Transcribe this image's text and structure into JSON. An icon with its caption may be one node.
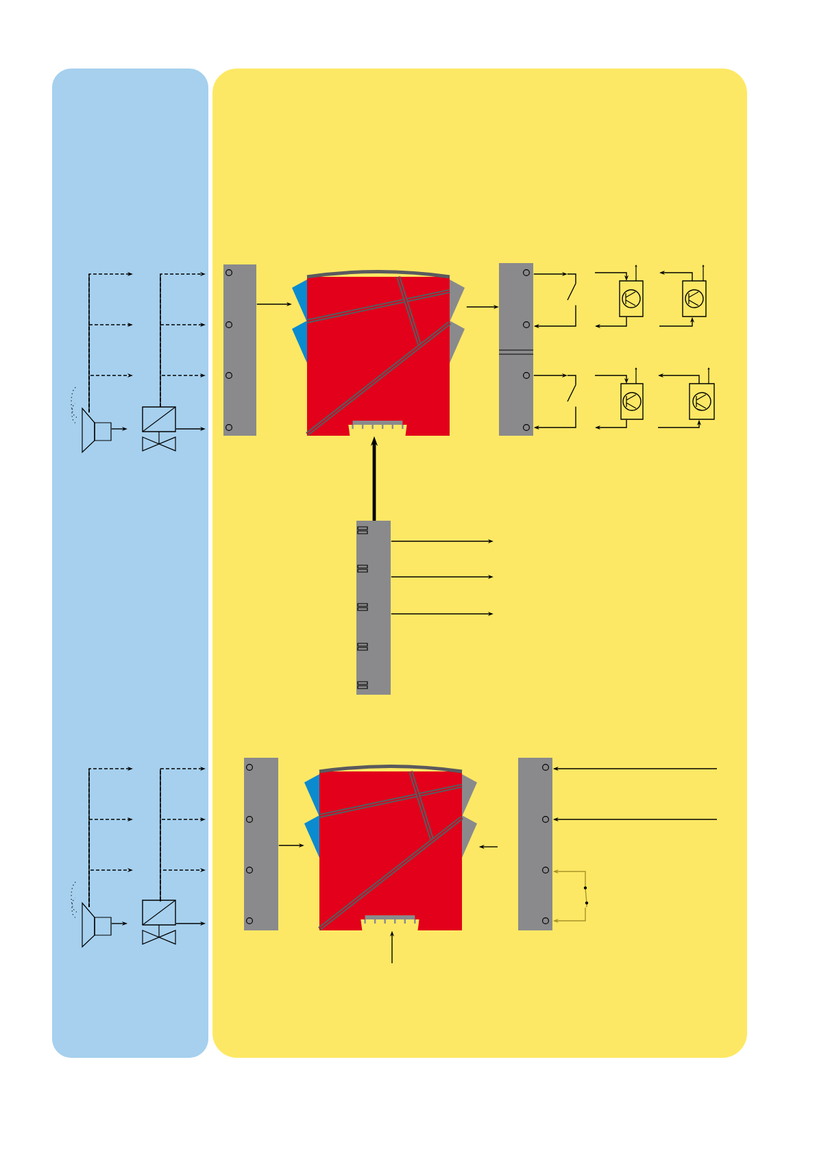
{
  "diagram": {
    "nodes": [
      {
        "text": [],
        "shape": "speaker"
      },
      {
        "text": [],
        "shape": "valve"
      },
      {
        "text": [],
        "shape": "bar"
      },
      {
        "text": [],
        "shape": "box"
      },
      {
        "text": [],
        "shape": "bar"
      },
      {
        "text": [],
        "shape": "switch"
      },
      {
        "text": [],
        "shape": "transistor"
      },
      {
        "text": [],
        "shape": "transistor"
      },
      {
        "text": [],
        "shape": "switch"
      },
      {
        "text": [],
        "shape": "transistor"
      },
      {
        "text": [],
        "shape": "transistor"
      },
      {
        "text": [],
        "shape": "bar"
      },
      {
        "text": [],
        "shape": "speaker"
      },
      {
        "text": [],
        "shape": "valve"
      },
      {
        "text": [],
        "shape": "bar"
      },
      {
        "text": [],
        "shape": "box"
      },
      {
        "text": [],
        "shape": "bar"
      },
      {
        "text": [],
        "shape": "switch"
      }
    ],
    "edges": [
      {
        "from": 0,
        "to": null,
        "arrow": "to",
        "style": "dashed"
      },
      {
        "from": 0,
        "to": null,
        "arrow": "to",
        "style": "dashed"
      },
      {
        "from": 0,
        "to": null,
        "arrow": "to",
        "style": "dashed"
      },
      {
        "from": 0,
        "to": null,
        "arrow": "to"
      },
      {
        "from": 1,
        "to": null,
        "arrow": "to",
        "style": "dashed"
      },
      {
        "from": 1,
        "to": null,
        "arrow": "to",
        "style": "dashed"
      },
      {
        "from": 1,
        "to": null,
        "arrow": "to",
        "style": "dashed"
      },
      {
        "from": 1,
        "to": null,
        "arrow": "to"
      },
      {
        "from": 2,
        "to": 3,
        "arrow": "to"
      },
      {
        "from": 3,
        "to": 4,
        "arrow": "to"
      },
      {
        "from": 11,
        "to": 3,
        "arrow": "to",
        "style": "thick"
      },
      {
        "from": 11,
        "to": null,
        "arrow": "to"
      },
      {
        "from": 11,
        "to": null,
        "arrow": "to"
      },
      {
        "from": 11,
        "to": null,
        "arrow": "to"
      },
      {
        "from": 4,
        "to": 5,
        "arrow": "to"
      },
      {
        "from": 5,
        "to": 4,
        "arrow": "to"
      },
      {
        "from": null,
        "to": 6,
        "arrow": "to"
      },
      {
        "from": 6,
        "to": null,
        "arrow": "to"
      },
      {
        "from": 7,
        "to": null,
        "arrow": "to"
      },
      {
        "from": null,
        "to": 7,
        "arrow": "to"
      },
      {
        "from": 4,
        "to": 8,
        "arrow": "to"
      },
      {
        "from": 8,
        "to": 4,
        "arrow": "to"
      },
      {
        "from": null,
        "to": 9,
        "arrow": "to"
      },
      {
        "from": 9,
        "to": null,
        "arrow": "to"
      },
      {
        "from": 10,
        "to": null,
        "arrow": "to"
      },
      {
        "from": null,
        "to": 10,
        "arrow": "to"
      },
      {
        "from": 12,
        "to": null,
        "arrow": "to",
        "style": "dashed"
      },
      {
        "from": 12,
        "to": null,
        "arrow": "to",
        "style": "dashed"
      },
      {
        "from": 12,
        "to": null,
        "arrow": "to",
        "style": "dashed"
      },
      {
        "from": 12,
        "to": null,
        "arrow": "to"
      },
      {
        "from": 13,
        "to": null,
        "arrow": "to",
        "style": "dashed"
      },
      {
        "from": 13,
        "to": null,
        "arrow": "to",
        "style": "dashed"
      },
      {
        "from": 13,
        "to": null,
        "arrow": "to",
        "style": "dashed"
      },
      {
        "from": 13,
        "to": null,
        "arrow": "to"
      },
      {
        "from": 14,
        "to": 15,
        "arrow": "to"
      },
      {
        "from": null,
        "to": 15,
        "arrow": "to"
      },
      {
        "from": null,
        "to": 15,
        "arrow": "to"
      },
      {
        "from": null,
        "to": 16,
        "arrow": "to"
      },
      {
        "from": null,
        "to": 16,
        "arrow": "to"
      },
      {
        "from": 17,
        "to": 16,
        "arrow": "to",
        "color": "#a8922a"
      },
      {
        "from": 17,
        "to": 16,
        "arrow": "to",
        "color": "#a8922a"
      }
    ]
  }
}
